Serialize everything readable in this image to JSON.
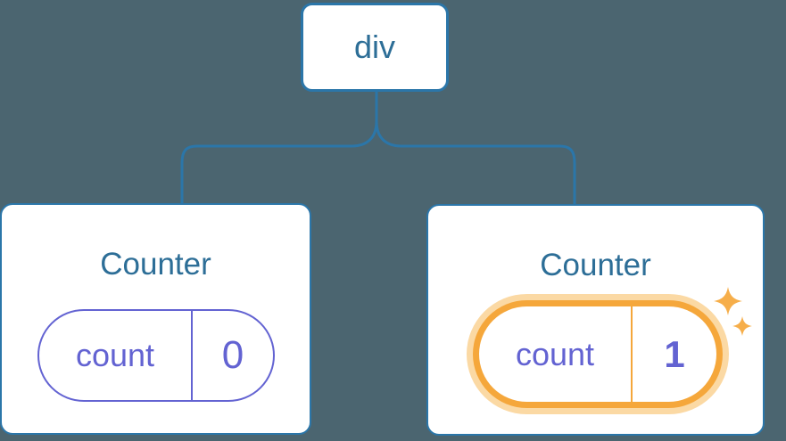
{
  "root_node": {
    "label": "div"
  },
  "counters": [
    {
      "title": "Counter",
      "state_key": "count",
      "state_value": "0",
      "highlighted": false
    },
    {
      "title": "Counter",
      "state_key": "count",
      "state_value": "1",
      "highlighted": true
    }
  ],
  "icons": {
    "sparkles": "sparkles-icon"
  },
  "colors": {
    "background": "#4B6570",
    "blue": "#2B76A9",
    "title_blue": "#2D6E97",
    "purple": "#6363D2",
    "orange": "#F5A73B",
    "orange_halo": "#FBD9A4",
    "sparkle": "#F6AE4A",
    "card_bg": "#FFFFFF"
  }
}
